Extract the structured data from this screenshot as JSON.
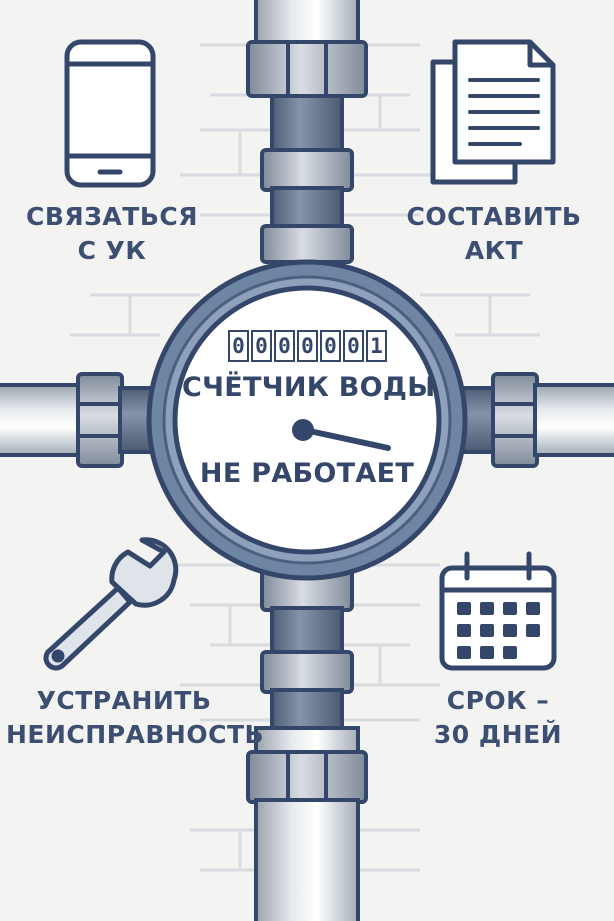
{
  "corners": {
    "top_left": {
      "line1": "СВЯЗАТЬСЯ",
      "line2": "С УК",
      "icon": "smartphone-icon"
    },
    "top_right": {
      "line1": "СОСТАВИТЬ",
      "line2": "АКТ",
      "icon": "document-icon"
    },
    "bottom_left": {
      "line1": "УСТРАНИТЬ",
      "line2": "НЕИСПРАВНОСТЬ",
      "icon": "wrench-icon"
    },
    "bottom_right": {
      "line1": "СРОК –",
      "line2": "30 ДНЕЙ",
      "icon": "calendar-icon"
    }
  },
  "meter": {
    "counter_digits": [
      "0",
      "0",
      "0",
      "0",
      "0",
      "0"
    ],
    "counter_red": "1",
    "line1": "СЧЁТЧИК ВОДЫ",
    "line2": "НЕ РАБОТАЕТ"
  },
  "colors": {
    "ink": "#34476b",
    "pipe_light": "#c5cbd3",
    "pipe_dark": "#6e7f97",
    "meter_ring": "#5d7393",
    "background": "#f3f3f1"
  }
}
